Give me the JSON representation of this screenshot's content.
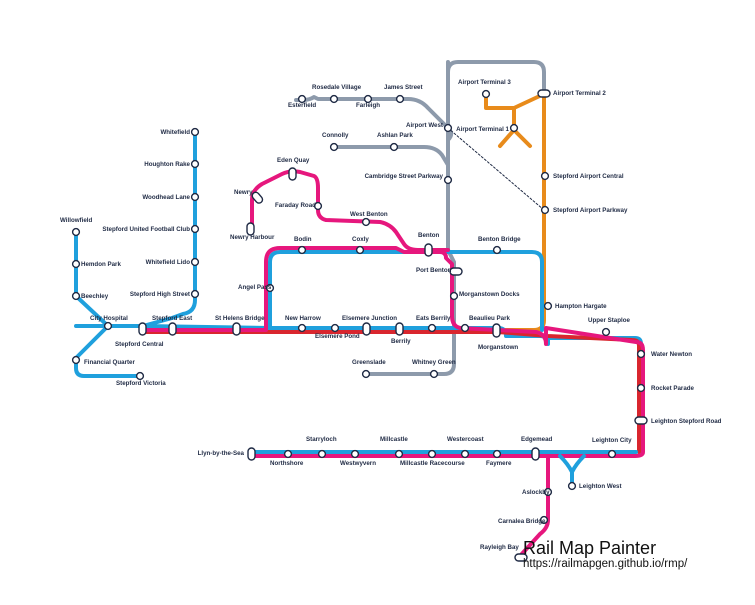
{
  "colors": {
    "blue": "#1fa0dd",
    "magenta": "#e6177d",
    "orange": "#e88b1b",
    "red": "#d9262e",
    "grey": "#8d9aab",
    "text": "#1f2a44"
  },
  "stations": {
    "whitefield": "Whitefield",
    "houghton_rake": "Houghton Rake",
    "woodhead_lane": "Woodhead Lane",
    "stepford_ufc": "Stepford United Football Club",
    "whitefield_lido": "Whitefield Lido",
    "stepford_high_street": "Stepford High Street",
    "willowfield": "Willowfield",
    "hemdon_park": "Hemdon Park",
    "beechley": "Beechley",
    "city_hospital": "City Hospital",
    "stepford_central": "Stepford Central",
    "stepford_east": "Stepford East",
    "financial_quarter": "Financial Quarter",
    "stepford_victoria": "Stepford Victoria",
    "st_helens_bridge": "St Helens Bridge",
    "new_harrow": "New Harrow",
    "elsemere_junction": "Elsemere Junction",
    "elsemere_pond": "Elsemere Pond",
    "berrily": "Berrily",
    "eats_berrily": "Eats Berrily",
    "beaulieu_park": "Beaulieu Park",
    "morganstown": "Morganstown",
    "morganstown_docks": "Morganstown Docks",
    "port_benton": "Port Benton",
    "benton": "Benton",
    "benton_bridge": "Benton Bridge",
    "coxly": "Coxly",
    "bodin": "Bodin",
    "angel_pass": "Angel Pass",
    "west_benton": "West Benton",
    "faraday_road": "Faraday Road",
    "eden_quay": "Eden Quay",
    "newry": "Newry",
    "newry_harbour": "Newry Harbour",
    "greenslade": "Greenslade",
    "whitney_green": "Whitney Green",
    "esterfield": "Esterfield",
    "rosedale_village": "Rosedale Village",
    "farleigh": "Farleigh",
    "james_street": "James Street",
    "airport_west": "Airport West",
    "connolly": "Connolly",
    "ashlan_park": "Ashlan Park",
    "cambridge_street_parkway": "Cambridge Street Parkway",
    "airport_terminal_3": "Airport Terminal 3",
    "airport_terminal_1": "Airport Terminal 1",
    "airport_terminal_2": "Airport Terminal 2",
    "stepford_airport_central": "Stepford Airport Central",
    "stepford_airport_parkway": "Stepford Airport Parkway",
    "hampton_hargate": "Hampton Hargate",
    "upper_staploe": "Upper Staploe",
    "water_newton": "Water Newton",
    "rocket_parade": "Rocket Parade",
    "leighton_stepford_road": "Leighton Stepford Road",
    "leighton_city": "Leighton City",
    "leighton_west": "Leighton West",
    "edgemead": "Edgemead",
    "faymere": "Faymere",
    "westercoast": "Westercoast",
    "millcastle_racecourse": "Millcastle Racecourse",
    "millcastle": "Millcastle",
    "westwyvern": "Westwyvern",
    "starryloch": "Starryloch",
    "northshore": "Northshore",
    "llyn_by_the_sea": "Llyn-by-the-Sea",
    "aslockby": "Aslockby",
    "carnalea_bridge": "Carnalea Bridge",
    "rayleigh_bay": "Rayleigh Bay"
  },
  "branding": {
    "title": "Rail Map Painter",
    "url": "https://railmapgen.github.io/rmp/"
  }
}
